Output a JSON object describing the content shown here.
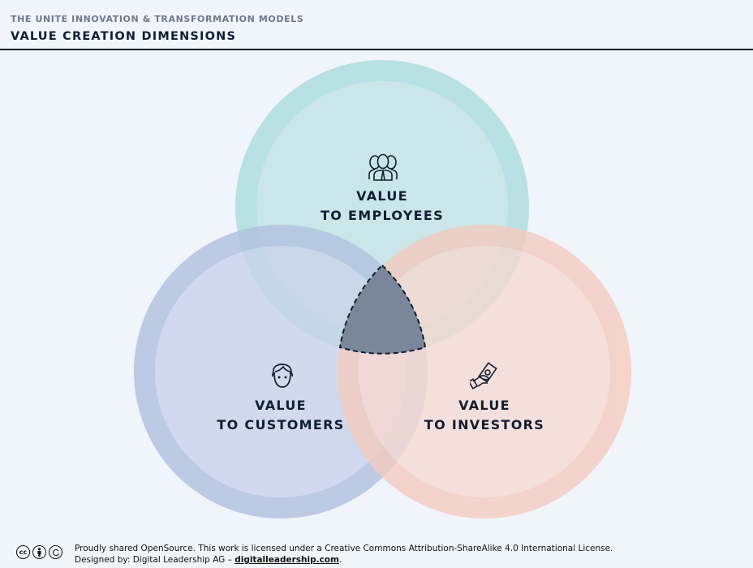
{
  "header": {
    "subtitle": "THE UNITE INNOVATION & TRANSFORMATION MODELS",
    "title": "VALUE CREATION DIMENSIONS"
  },
  "diagram": {
    "type": "venn",
    "circles": [
      {
        "id": "employees",
        "line1": "VALUE",
        "line2": "TO EMPLOYEES",
        "icon": "people-group-icon",
        "outer_color": "#b2dfe1",
        "inner_color": "#c6e5e7"
      },
      {
        "id": "customers",
        "line1": "VALUE",
        "line2": "TO CUSTOMERS",
        "icon": "customer-face-icon",
        "outer_color": "#b9c7e2",
        "inner_color": "#cbd6ea"
      },
      {
        "id": "investors",
        "line1": "VALUE",
        "line2": "TO INVESTORS",
        "icon": "money-hand-icon",
        "outer_color": "#f5cfc5",
        "inner_color": "#f6dcd4"
      }
    ],
    "center_region": {
      "fill": "#78869a",
      "stroke": "#0f1e33",
      "style": "dashed"
    }
  },
  "footer": {
    "cc_icons": [
      "cc",
      "by",
      "sa"
    ],
    "line1": "Proudly shared OpenSource. This work is licensed under a Creative Commons Attribution-ShareAlike 4.0 International License.",
    "line2_prefix": "Designed by: Digital Leadership AG – ",
    "link": "digitalleadership.com",
    "line2_suffix": "."
  }
}
